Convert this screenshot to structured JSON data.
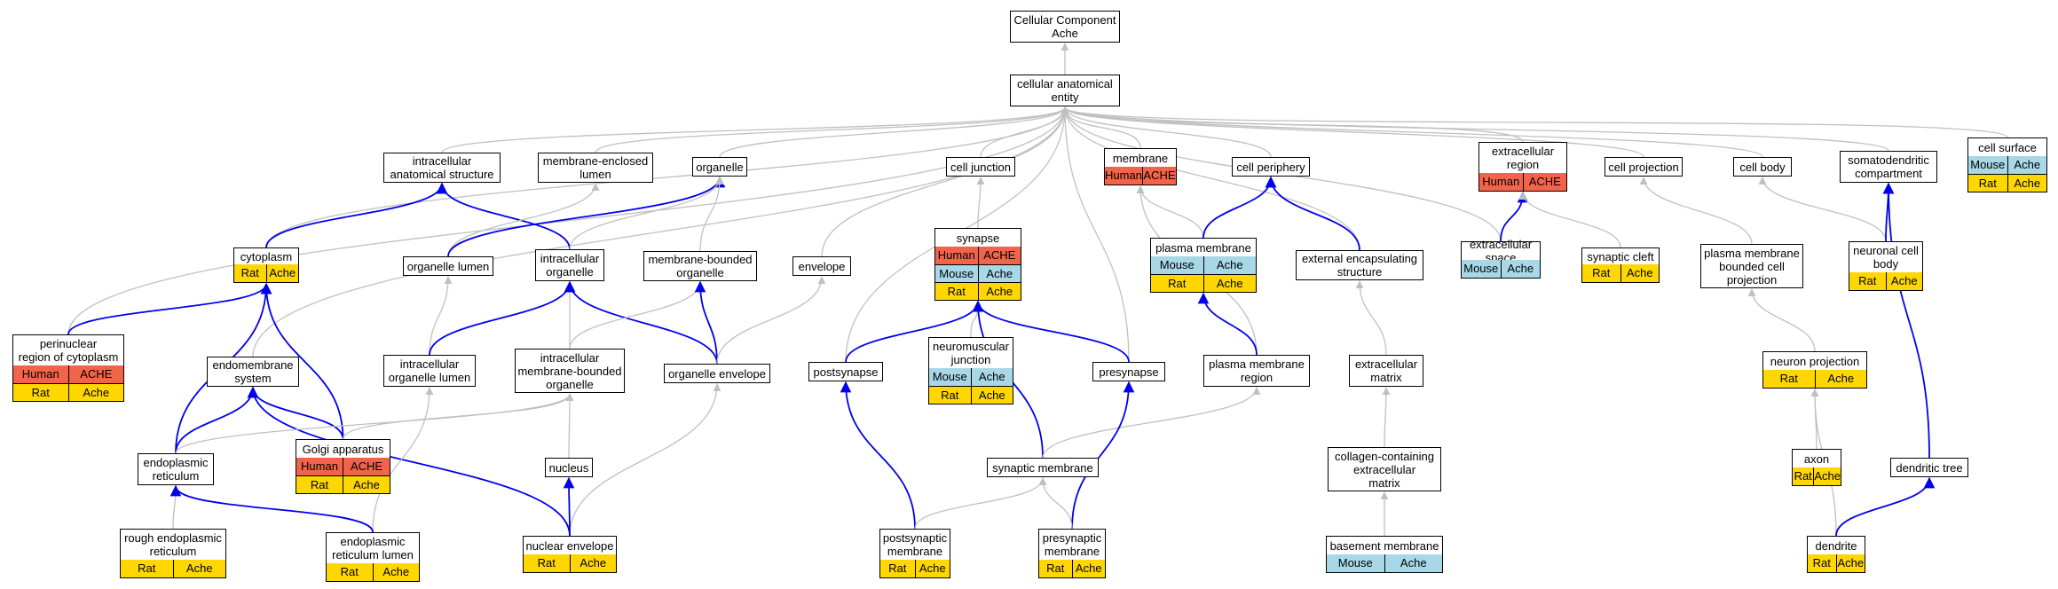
{
  "colors": {
    "Human": "#f2644a",
    "Mouse": "#a8d8e8",
    "Rat": "#ffd700",
    "is_a_edge": "#c0c0c0",
    "part_of_edge": "#0000ee"
  },
  "nodes": [
    {
      "id": "root",
      "label": "Cellular Component\nAche",
      "annotations": []
    },
    {
      "id": "cae",
      "label": "cellular anatomical\nentity",
      "annotations": []
    },
    {
      "id": "ias",
      "label": "intracellular\nanatomical structure",
      "annotations": []
    },
    {
      "id": "mel",
      "label": "membrane-enclosed\nlumen",
      "annotations": []
    },
    {
      "id": "organelle",
      "label": "organelle",
      "annotations": []
    },
    {
      "id": "celljunction",
      "label": "cell junction",
      "annotations": []
    },
    {
      "id": "membrane",
      "label": "membrane",
      "annotations": [
        {
          "species": "Human",
          "gene": "ACHE"
        }
      ]
    },
    {
      "id": "cellperiphery",
      "label": "cell periphery",
      "annotations": []
    },
    {
      "id": "extracellular",
      "label": "extracellular\nregion",
      "annotations": [
        {
          "species": "Human",
          "gene": "ACHE"
        }
      ]
    },
    {
      "id": "cellprojection",
      "label": "cell projection",
      "annotations": []
    },
    {
      "id": "cellbody",
      "label": "cell body",
      "annotations": []
    },
    {
      "id": "somato",
      "label": "somatodendritic\ncompartment",
      "annotations": []
    },
    {
      "id": "cellsurface",
      "label": "cell surface",
      "annotations": [
        {
          "species": "Mouse",
          "gene": "Ache"
        },
        {
          "species": "Rat",
          "gene": "Ache"
        }
      ]
    },
    {
      "id": "cytoplasm",
      "label": "cytoplasm",
      "annotations": [
        {
          "species": "Rat",
          "gene": "Ache"
        }
      ]
    },
    {
      "id": "orglumen",
      "label": "organelle lumen",
      "annotations": []
    },
    {
      "id": "intorg",
      "label": "intracellular\norganelle",
      "annotations": []
    },
    {
      "id": "mbo",
      "label": "membrane-bounded\norganelle",
      "annotations": []
    },
    {
      "id": "envelope",
      "label": "envelope",
      "annotations": []
    },
    {
      "id": "synapse",
      "label": "synapse",
      "annotations": [
        {
          "species": "Human",
          "gene": "ACHE"
        },
        {
          "species": "Mouse",
          "gene": "Ache"
        },
        {
          "species": "Rat",
          "gene": "Ache"
        }
      ]
    },
    {
      "id": "plasmamem",
      "label": "plasma membrane",
      "annotations": [
        {
          "species": "Mouse",
          "gene": "Ache"
        },
        {
          "species": "Rat",
          "gene": "Ache"
        }
      ]
    },
    {
      "id": "ecs",
      "label": "external encapsulating\nstructure",
      "annotations": []
    },
    {
      "id": "ecspace",
      "label": "extracellular\nspace",
      "annotations": [
        {
          "species": "Mouse",
          "gene": "Ache"
        }
      ]
    },
    {
      "id": "syncleft",
      "label": "synaptic cleft",
      "annotations": [
        {
          "species": "Rat",
          "gene": "Ache"
        }
      ]
    },
    {
      "id": "pmbcp",
      "label": "plasma membrane\nbounded cell\nprojection",
      "annotations": []
    },
    {
      "id": "neuronbody",
      "label": "neuronal cell\nbody",
      "annotations": [
        {
          "species": "Rat",
          "gene": "Ache"
        }
      ]
    },
    {
      "id": "perinuc",
      "label": "perinuclear\nregion of cytoplasm",
      "annotations": [
        {
          "species": "Human",
          "gene": "ACHE"
        },
        {
          "species": "Rat",
          "gene": "Ache"
        }
      ]
    },
    {
      "id": "endomem",
      "label": "endomembrane\nsystem",
      "annotations": []
    },
    {
      "id": "intorglumen",
      "label": "intracellular\norganelle lumen",
      "annotations": []
    },
    {
      "id": "imbo",
      "label": "intracellular\nmembrane-bounded\norganelle",
      "annotations": []
    },
    {
      "id": "orgenv",
      "label": "organelle envelope",
      "annotations": []
    },
    {
      "id": "postsyn",
      "label": "postsynapse",
      "annotations": []
    },
    {
      "id": "nmj",
      "label": "neuromuscular\njunction",
      "annotations": [
        {
          "species": "Mouse",
          "gene": "Ache"
        },
        {
          "species": "Rat",
          "gene": "Ache"
        }
      ]
    },
    {
      "id": "presyn",
      "label": "presynapse",
      "annotations": []
    },
    {
      "id": "pmregion",
      "label": "plasma membrane\nregion",
      "annotations": []
    },
    {
      "id": "ecm",
      "label": "extracellular\nmatrix",
      "annotations": []
    },
    {
      "id": "neuronproj",
      "label": "neuron projection",
      "annotations": [
        {
          "species": "Rat",
          "gene": "Ache"
        }
      ]
    },
    {
      "id": "er",
      "label": "endoplasmic\nreticulum",
      "annotations": []
    },
    {
      "id": "golgi",
      "label": "Golgi apparatus",
      "annotations": [
        {
          "species": "Human",
          "gene": "ACHE"
        },
        {
          "species": "Rat",
          "gene": "Ache"
        }
      ]
    },
    {
      "id": "nucleus",
      "label": "nucleus",
      "annotations": []
    },
    {
      "id": "synmem",
      "label": "synaptic membrane",
      "annotations": []
    },
    {
      "id": "collagen",
      "label": "collagen-containing\nextracellular\nmatrix",
      "annotations": []
    },
    {
      "id": "axon",
      "label": "axon",
      "annotations": [
        {
          "species": "Rat",
          "gene": "Ache"
        }
      ]
    },
    {
      "id": "dendtree",
      "label": "dendritic tree",
      "annotations": []
    },
    {
      "id": "rer",
      "label": "rough endoplasmic\nreticulum",
      "annotations": [
        {
          "species": "Rat",
          "gene": "Ache"
        }
      ]
    },
    {
      "id": "erlumen",
      "label": "endoplasmic\nreticulum lumen",
      "annotations": [
        {
          "species": "Rat",
          "gene": "Ache"
        }
      ]
    },
    {
      "id": "nucenv",
      "label": "nuclear envelope",
      "annotations": [
        {
          "species": "Rat",
          "gene": "Ache"
        }
      ]
    },
    {
      "id": "postsynmem",
      "label": "postsynaptic\nmembrane",
      "annotations": [
        {
          "species": "Rat",
          "gene": "Ache"
        }
      ]
    },
    {
      "id": "presynmem",
      "label": "presynaptic\nmembrane",
      "annotations": [
        {
          "species": "Rat",
          "gene": "Ache"
        }
      ]
    },
    {
      "id": "basement",
      "label": "basement membrane",
      "annotations": [
        {
          "species": "Mouse",
          "gene": "Ache"
        }
      ]
    },
    {
      "id": "dendrite",
      "label": "dendrite",
      "annotations": [
        {
          "species": "Rat",
          "gene": "Ache"
        }
      ]
    }
  ],
  "edges": [
    {
      "from": "cae",
      "to": "root",
      "type": "is_a"
    },
    {
      "from": "ias",
      "to": "cae",
      "type": "is_a"
    },
    {
      "from": "mel",
      "to": "cae",
      "type": "is_a"
    },
    {
      "from": "organelle",
      "to": "cae",
      "type": "is_a"
    },
    {
      "from": "celljunction",
      "to": "cae",
      "type": "is_a"
    },
    {
      "from": "membrane",
      "to": "cae",
      "type": "is_a"
    },
    {
      "from": "cellperiphery",
      "to": "cae",
      "type": "is_a"
    },
    {
      "from": "extracellular",
      "to": "cae",
      "type": "is_a"
    },
    {
      "from": "cellprojection",
      "to": "cae",
      "type": "is_a"
    },
    {
      "from": "cellbody",
      "to": "cae",
      "type": "is_a"
    },
    {
      "from": "somato",
      "to": "cae",
      "type": "is_a"
    },
    {
      "from": "cellsurface",
      "to": "cae",
      "type": "is_a"
    },
    {
      "from": "cytoplasm",
      "to": "cae",
      "type": "is_a"
    },
    {
      "from": "perinuc",
      "to": "cae",
      "type": "is_a"
    },
    {
      "from": "endomem",
      "to": "cae",
      "type": "is_a"
    },
    {
      "from": "envelope",
      "to": "cae",
      "type": "is_a"
    },
    {
      "from": "postsyn",
      "to": "cae",
      "type": "is_a"
    },
    {
      "from": "presyn",
      "to": "cae",
      "type": "is_a"
    },
    {
      "from": "ecs",
      "to": "cae",
      "type": "is_a"
    },
    {
      "from": "ecspace",
      "to": "cae",
      "type": "is_a"
    },
    {
      "from": "synapse",
      "to": "celljunction",
      "type": "is_a"
    },
    {
      "from": "plasmamem",
      "to": "membrane",
      "type": "is_a"
    },
    {
      "from": "pmregion",
      "to": "membrane",
      "type": "is_a"
    },
    {
      "from": "ecspace",
      "to": "extracellular",
      "type": "part_of"
    },
    {
      "from": "syncleft",
      "to": "extracellular",
      "type": "is_a"
    },
    {
      "from": "pmbcp",
      "to": "cellprojection",
      "type": "is_a"
    },
    {
      "from": "neuronbody",
      "to": "cellbody",
      "type": "is_a"
    },
    {
      "from": "neuronbody",
      "to": "somato",
      "type": "part_of"
    },
    {
      "from": "dendtree",
      "to": "somato",
      "type": "part_of"
    },
    {
      "from": "cytoplasm",
      "to": "ias",
      "type": "part_of"
    },
    {
      "from": "intorg",
      "to": "ias",
      "type": "part_of"
    },
    {
      "from": "orglumen",
      "to": "mel",
      "type": "is_a"
    },
    {
      "from": "orglumen",
      "to": "organelle",
      "type": "part_of"
    },
    {
      "from": "intorg",
      "to": "organelle",
      "type": "is_a"
    },
    {
      "from": "mbo",
      "to": "organelle",
      "type": "is_a"
    },
    {
      "from": "plasmamem",
      "to": "cellperiphery",
      "type": "part_of"
    },
    {
      "from": "ecs",
      "to": "cellperiphery",
      "type": "part_of"
    },
    {
      "from": "perinuc",
      "to": "cytoplasm",
      "type": "part_of"
    },
    {
      "from": "er",
      "to": "cytoplasm",
      "type": "part_of"
    },
    {
      "from": "golgi",
      "to": "cytoplasm",
      "type": "part_of"
    },
    {
      "from": "intorglumen",
      "to": "orglumen",
      "type": "is_a"
    },
    {
      "from": "intorglumen",
      "to": "intorg",
      "type": "part_of"
    },
    {
      "from": "imbo",
      "to": "intorg",
      "type": "is_a"
    },
    {
      "from": "orgenv",
      "to": "intorg",
      "type": "part_of"
    },
    {
      "from": "imbo",
      "to": "mbo",
      "type": "is_a"
    },
    {
      "from": "orgenv",
      "to": "mbo",
      "type": "part_of"
    },
    {
      "from": "orgenv",
      "to": "envelope",
      "type": "is_a"
    },
    {
      "from": "nmj",
      "to": "synapse",
      "type": "is_a"
    },
    {
      "from": "postsyn",
      "to": "synapse",
      "type": "part_of"
    },
    {
      "from": "presyn",
      "to": "synapse",
      "type": "part_of"
    },
    {
      "from": "synmem",
      "to": "synapse",
      "type": "part_of"
    },
    {
      "from": "pmregion",
      "to": "plasmamem",
      "type": "part_of"
    },
    {
      "from": "ecm",
      "to": "ecs",
      "type": "is_a"
    },
    {
      "from": "neuronproj",
      "to": "pmbcp",
      "type": "is_a"
    },
    {
      "from": "er",
      "to": "endomem",
      "type": "part_of"
    },
    {
      "from": "golgi",
      "to": "endomem",
      "type": "part_of"
    },
    {
      "from": "nucenv",
      "to": "endomem",
      "type": "part_of"
    },
    {
      "from": "er",
      "to": "imbo",
      "type": "is_a"
    },
    {
      "from": "golgi",
      "to": "imbo",
      "type": "is_a"
    },
    {
      "from": "nucleus",
      "to": "imbo",
      "type": "is_a"
    },
    {
      "from": "erlumen",
      "to": "intorglumen",
      "type": "is_a"
    },
    {
      "from": "nucenv",
      "to": "orgenv",
      "type": "is_a"
    },
    {
      "from": "synmem",
      "to": "pmregion",
      "type": "is_a"
    },
    {
      "from": "postsynmem",
      "to": "postsyn",
      "type": "part_of"
    },
    {
      "from": "presynmem",
      "to": "presyn",
      "type": "part_of"
    },
    {
      "from": "collagen",
      "to": "ecm",
      "type": "is_a"
    },
    {
      "from": "axon",
      "to": "neuronproj",
      "type": "is_a"
    },
    {
      "from": "dendrite",
      "to": "neuronproj",
      "type": "is_a"
    },
    {
      "from": "dendrite",
      "to": "dendtree",
      "type": "part_of"
    },
    {
      "from": "rer",
      "to": "er",
      "type": "is_a"
    },
    {
      "from": "erlumen",
      "to": "er",
      "type": "part_of"
    },
    {
      "from": "nucenv",
      "to": "nucleus",
      "type": "part_of"
    },
    {
      "from": "postsynmem",
      "to": "synmem",
      "type": "is_a"
    },
    {
      "from": "presynmem",
      "to": "synmem",
      "type": "is_a"
    },
    {
      "from": "basement",
      "to": "collagen",
      "type": "is_a"
    }
  ]
}
